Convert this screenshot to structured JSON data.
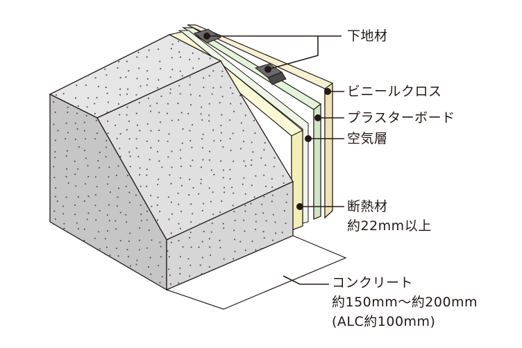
{
  "diagram": {
    "labels": {
      "base_material": "下地材",
      "vinyl_cloth": "ビニールクロス",
      "plaster_board": "プラスターボード",
      "air_layer": "空気層",
      "insulation_line1": "断熱材",
      "insulation_line2": "約22mm以上",
      "concrete_line1": "コンクリート",
      "concrete_line2": "約150mm～約200mm",
      "concrete_line3": "(ALC約100mm)"
    },
    "colors": {
      "concrete_face": "#e6e6e6",
      "concrete_side": "#c6c6c6",
      "concrete_front": "#d6d6d6",
      "insulation": "#fbf8d6",
      "plaster_board": "#e4f2da",
      "vinyl_cloth": "#f6efd2",
      "base_material": "#6b6b6b",
      "line": "#231815"
    }
  }
}
